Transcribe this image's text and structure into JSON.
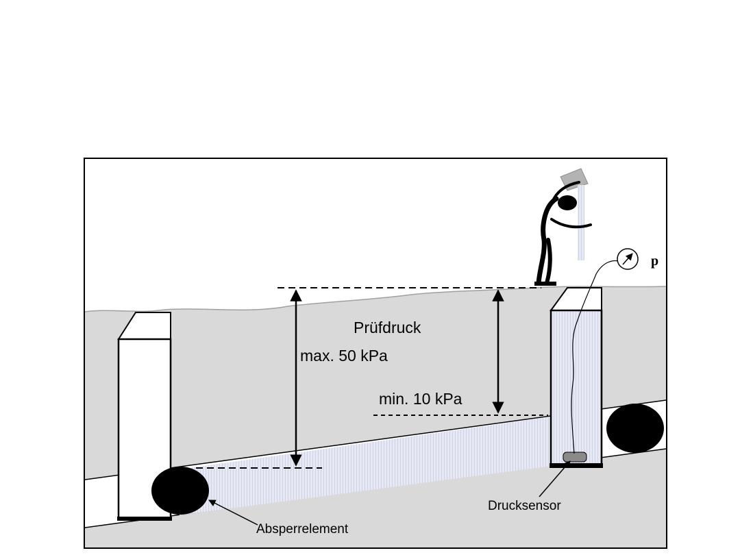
{
  "labels": {
    "test_pressure": "Prüfdruck",
    "max_pressure": "max. 50 kPa",
    "min_pressure": "min. 10 kPa",
    "pressure_sensor": "Drucksensor",
    "shutoff_element": "Absperrelement",
    "gauge_symbol": "p"
  },
  "colors": {
    "ground": "#d9d9d9",
    "water": "#e4e6f2",
    "outline": "#000000",
    "bucket": "#b3b3b3"
  },
  "icons": {
    "gauge": "pressure-gauge-icon",
    "person": "person-pouring-water-icon"
  }
}
